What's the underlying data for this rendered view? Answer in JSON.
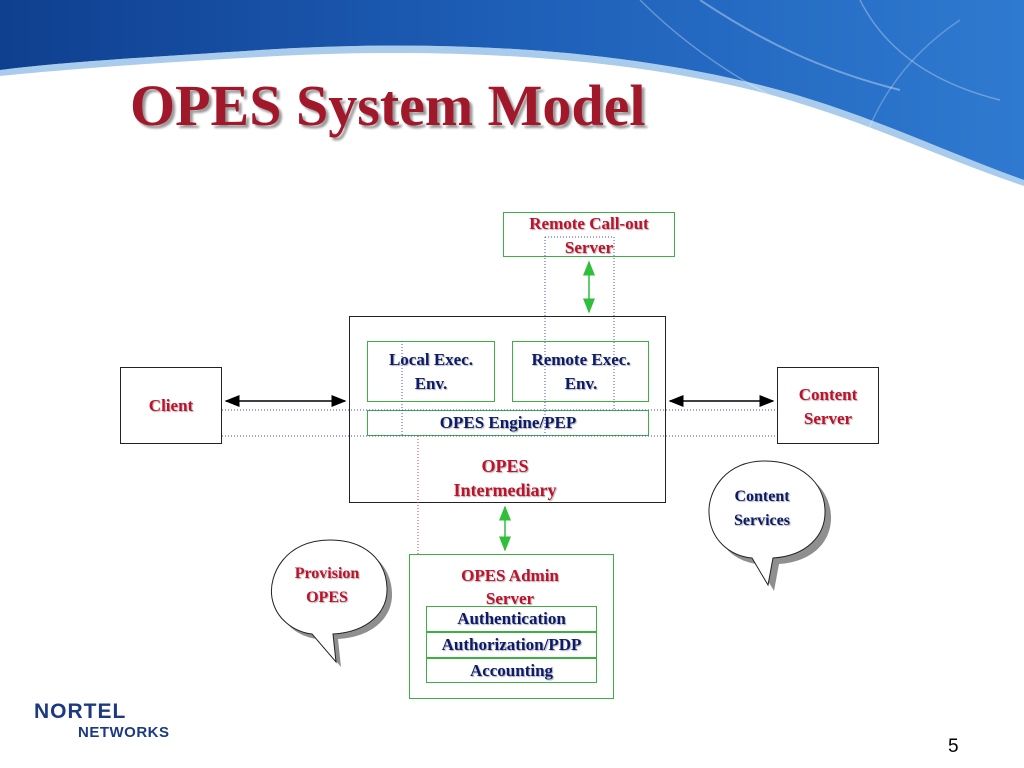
{
  "slide": {
    "title": "OPES System Model",
    "page_number": "5"
  },
  "logo": {
    "line1": "NORTEL",
    "line2": "NETWORKS"
  },
  "diagram": {
    "remote_callout_server": "Remote Call-out Server",
    "client": "Client",
    "content_server": "Content Server",
    "local_exec_env": "Local Exec. Env.",
    "remote_exec_env": "Remote Exec. Env.",
    "opes_engine": "OPES Engine/PEP",
    "opes_intermediary": "OPES Intermediary",
    "opes_admin_server": "OPES Admin Server",
    "admin_items": [
      "Authentication",
      "Authorization/PDP",
      "Accounting"
    ],
    "bubble_provision": "Provision OPES",
    "bubble_content_services": "Content Services"
  },
  "colors": {
    "title": "#a0182a",
    "label_red": "#c0102a",
    "label_navy": "#0b1a6b",
    "box_green": "#3cb043",
    "arrow_green": "#2fbf3a",
    "dotted_blue": "#4a4ad0",
    "dotted_red": "#d04040",
    "banner_blue": "#1e5fb8"
  }
}
